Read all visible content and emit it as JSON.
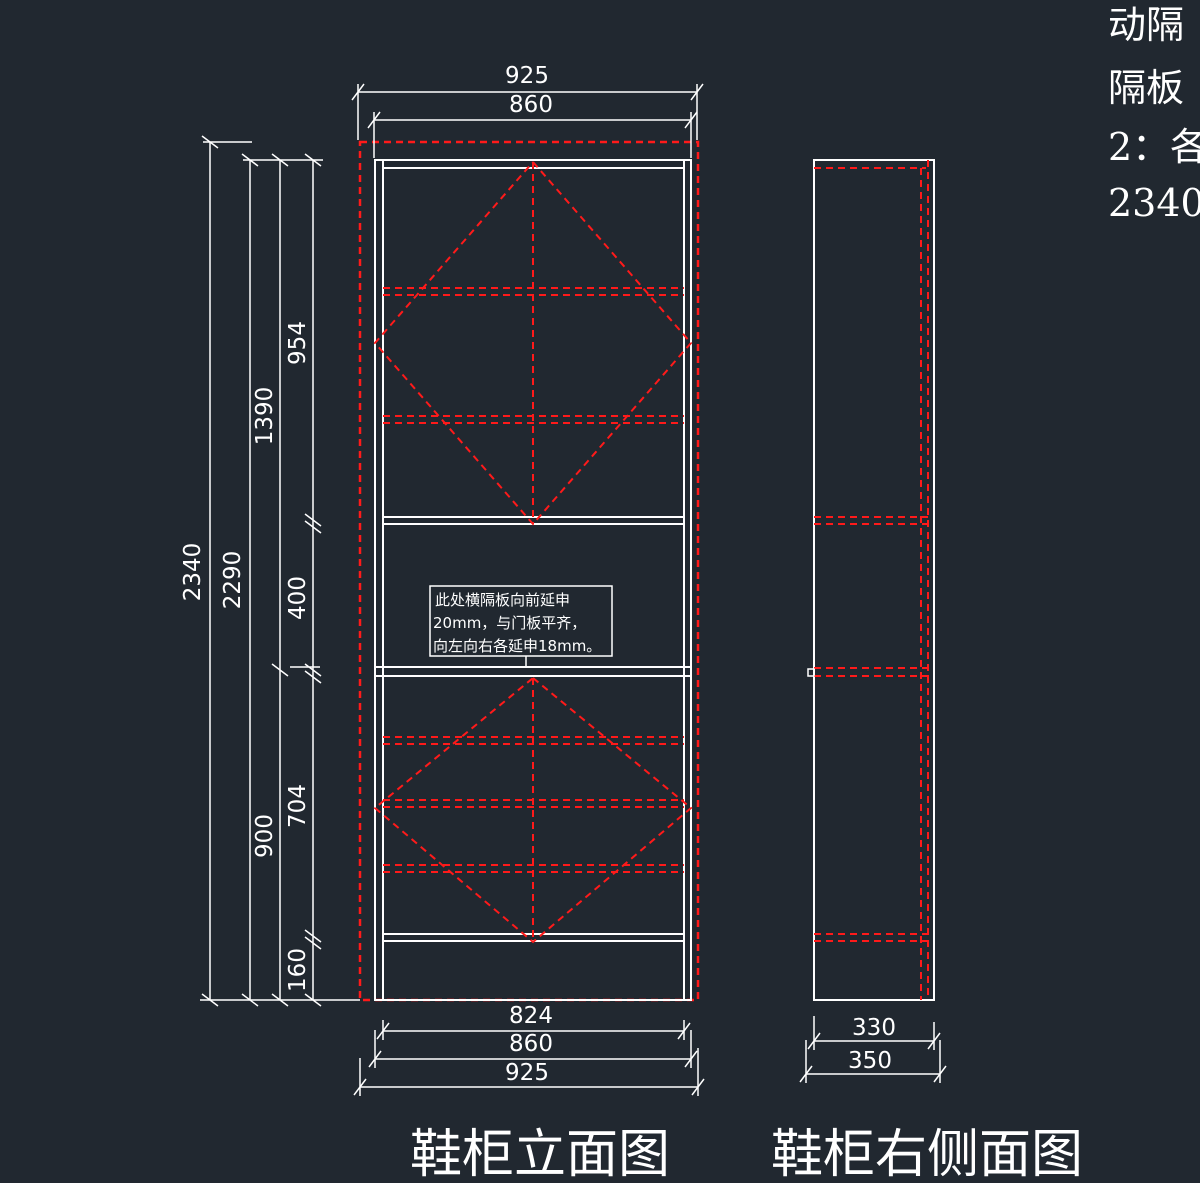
{
  "titles": {
    "elevation": "鞋柜立面图",
    "side": "鞋柜右侧面图"
  },
  "note": {
    "line1": "此处横隔板向前延申",
    "line2": "20mm，与门板平齐，",
    "line3": "向左向右各延申18mm。"
  },
  "corner_notes": {
    "line1": "动隔",
    "line2": "隔板",
    "line3": "2：各",
    "line4": "2340"
  },
  "dimensions": {
    "top_outer": "925",
    "top_inner": "860",
    "bottom_inner": "824",
    "bottom_mid": "860",
    "bottom_outer": "925",
    "total_height": "2340",
    "body_height": "2290",
    "upper_zone": "1390",
    "lower_zone": "900",
    "seg_upper": "954",
    "seg_middle": "400",
    "seg_lower": "704",
    "seg_base": "160",
    "side_inner": "330",
    "side_outer": "350"
  },
  "colors": {
    "background": "#212830",
    "line": "#ffffff",
    "hidden_line": "#ff1a1a"
  }
}
